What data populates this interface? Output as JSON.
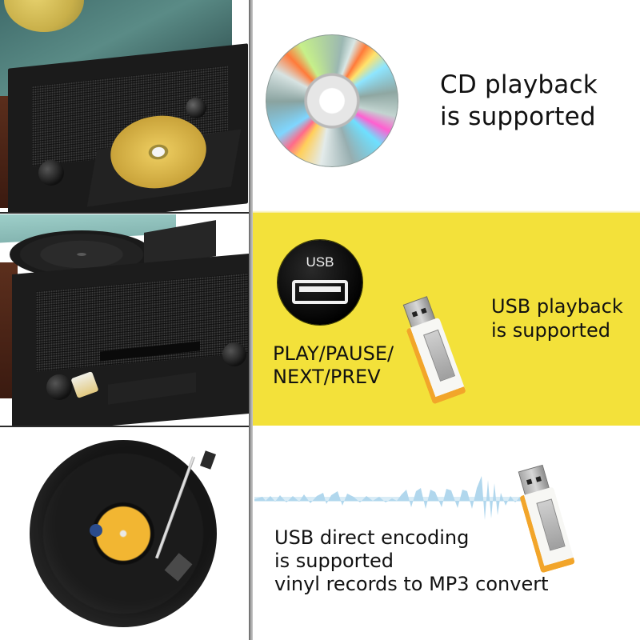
{
  "layout": {
    "colors": {
      "background": "#ffffff",
      "accent_yellow": "#F3E13A",
      "divider": "#8a8a8a",
      "panel_border": "#2b2b2b",
      "text": "#111111",
      "waveform_blue": "#A9D3EC",
      "usb_orange": "#F2A52A"
    }
  },
  "panels": {
    "cd": {
      "title_line1": "CD playback",
      "title_line2": "is supported",
      "icon": "cd-disc-icon"
    },
    "usb": {
      "port_label": "USB",
      "title_line1": "USB playback",
      "title_line2": "is supported",
      "controls_line1": "PLAY/PAUSE/",
      "controls_line2": "NEXT/PREV",
      "icon": "usb-port-icon"
    },
    "encoding": {
      "line1": "USB direct encoding",
      "line2": "is supported",
      "line3": "vinyl records to MP3 convert",
      "icon": "audio-waveform-icon"
    }
  },
  "photos": [
    {
      "name": "turntable-cd-tray-photo"
    },
    {
      "name": "turntable-front-panel-photo"
    },
    {
      "name": "vinyl-record-tonearm-photo"
    }
  ]
}
